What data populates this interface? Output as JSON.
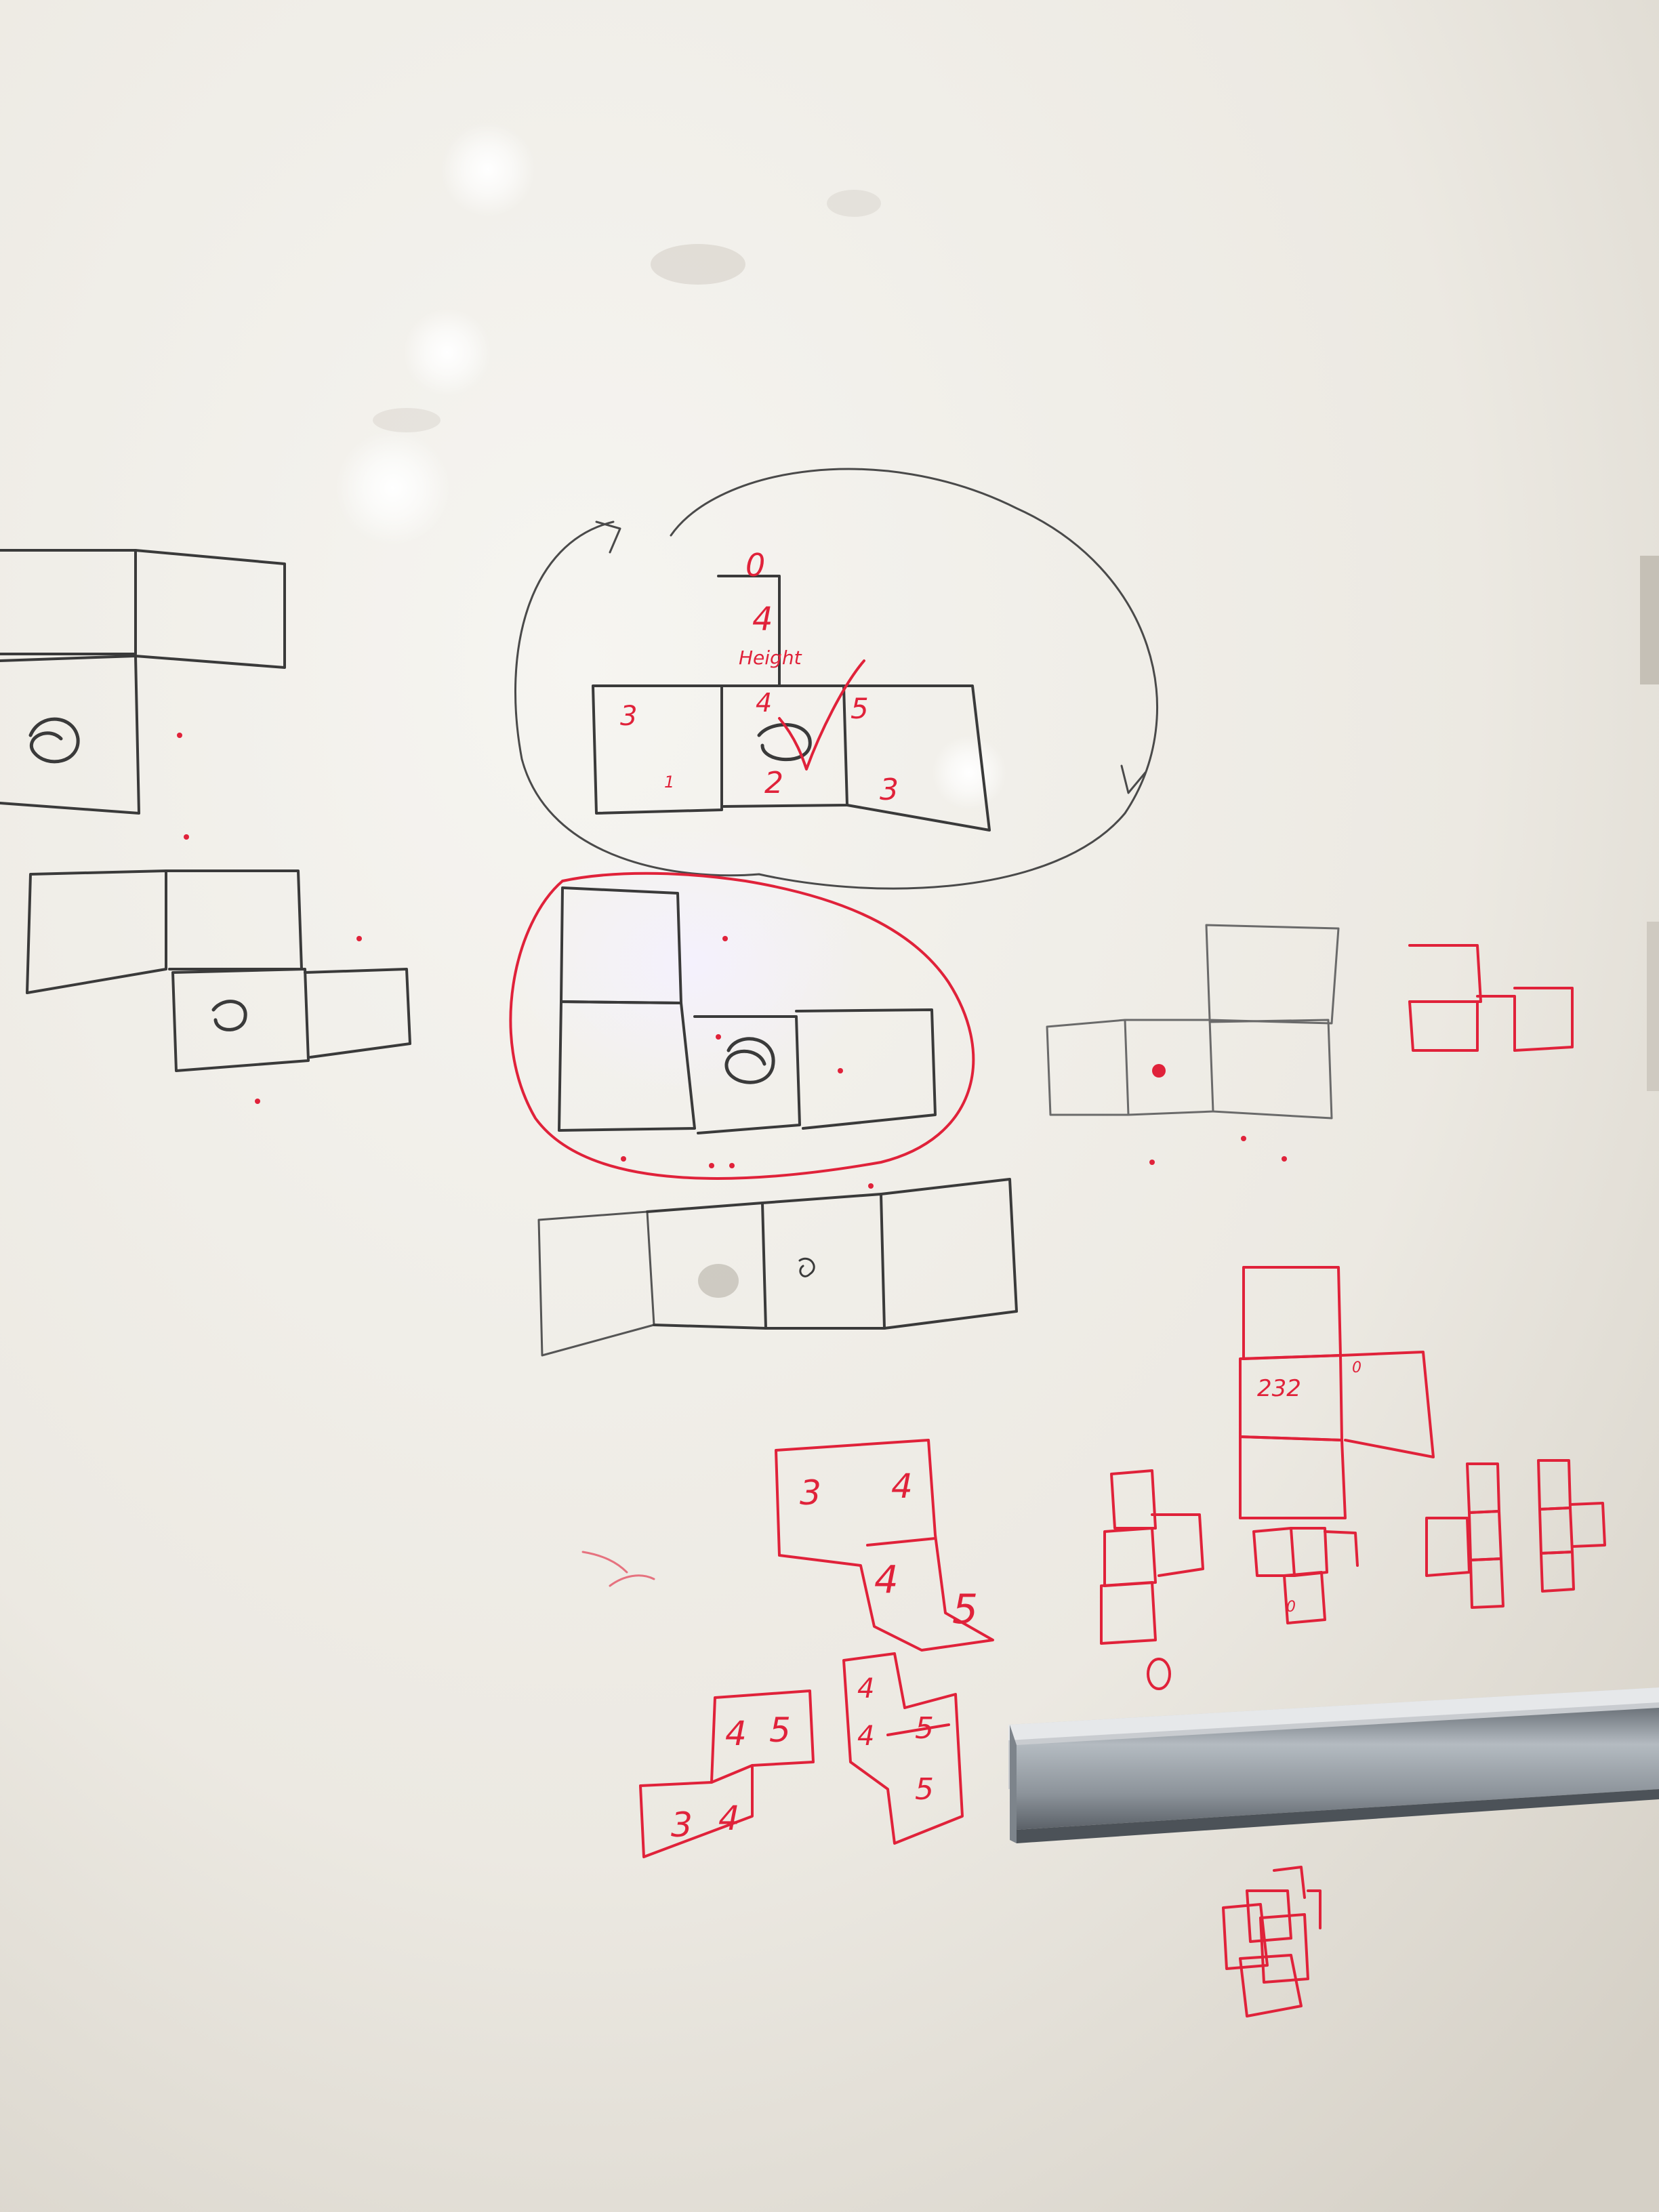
{
  "scene": {
    "subject": "whiteboard",
    "colors": {
      "board_light": "#f3f1ec",
      "board_shadow": "#d9d5cc",
      "black_marker": "#3a3a3a",
      "red_marker": "#e0223a",
      "tray": "#9aa2aa",
      "tray_dark": "#5f666d"
    }
  },
  "labels": {
    "top_grid": {
      "c0": "0",
      "c1": "4",
      "c2": "Height",
      "c3": "3",
      "c4": "4",
      "c5": "5",
      "c6": "1",
      "c7": "2",
      "c8": "3"
    },
    "red_shape_a": {
      "c0": "3",
      "c1": "4",
      "c2": "4",
      "c3": "5"
    },
    "red_shape_b": {
      "c0": "4",
      "c1": "5",
      "c2": "3",
      "c3": "4"
    },
    "red_shape_c": {
      "c0": "4",
      "c1": "4",
      "c2": "5",
      "c3": "5"
    },
    "right_tall_grid": {
      "c0": "232",
      "c1": "0"
    },
    "small_grid": {
      "c0": "0"
    }
  }
}
